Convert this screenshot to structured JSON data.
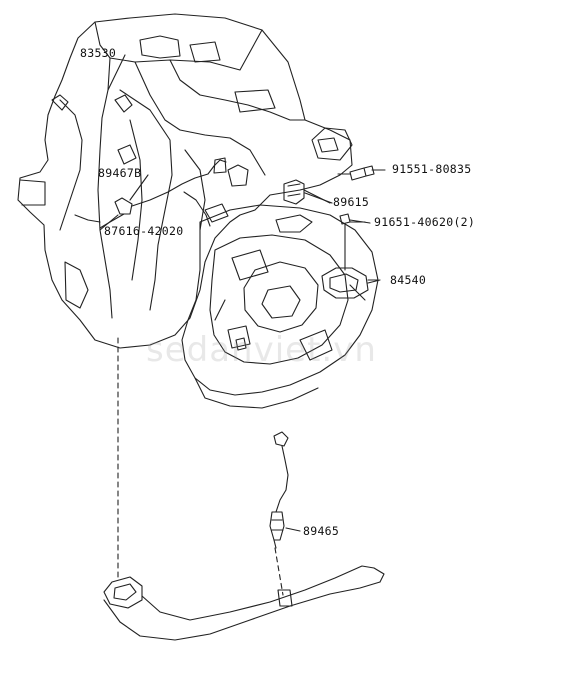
{
  "parts": {
    "p83530": "83530",
    "p89467B": "89467B",
    "p87616": "87616-42020",
    "p91551": "91551-80835",
    "p89615": "89615",
    "p91651": "91651-40620(2)",
    "p84540": "84540",
    "p89465": "89465"
  },
  "watermark": "sedanviet.vn"
}
